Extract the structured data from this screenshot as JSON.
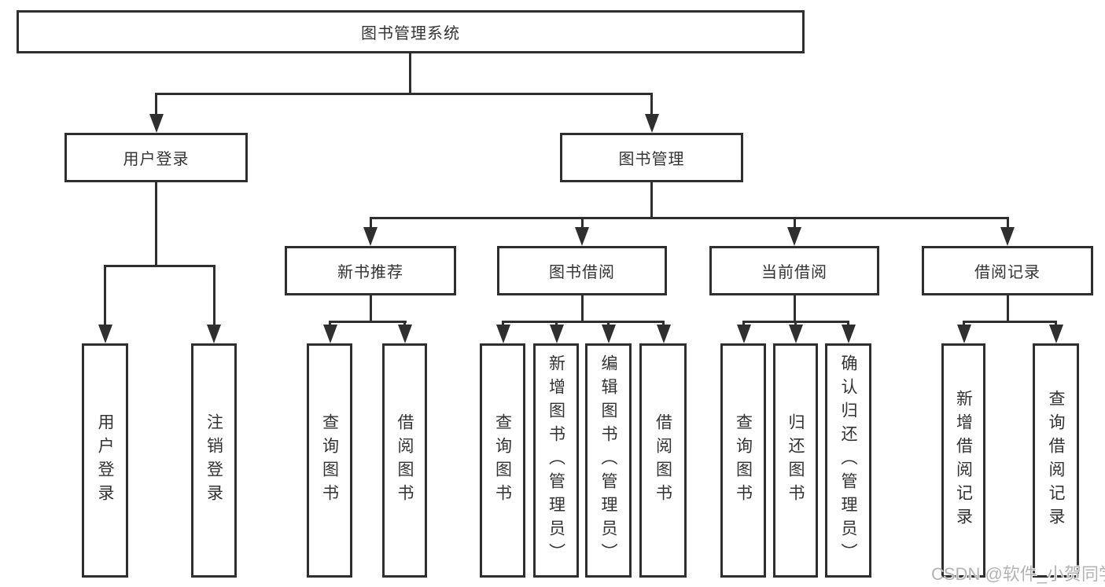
{
  "diagram_title": "图书管理系统",
  "nodes": {
    "root": {
      "label": "图书管理系统"
    },
    "user_login": {
      "label": "用户登录"
    },
    "book_mgmt": {
      "label": "图书管理"
    },
    "new_book_rec": {
      "label": "新书推荐"
    },
    "book_borrow": {
      "label": "图书借阅"
    },
    "current_borrow": {
      "label": "当前借阅"
    },
    "borrow_record": {
      "label": "借阅记录"
    },
    "login": {
      "label": "用户登录"
    },
    "logout": {
      "label": "注销登录"
    },
    "rec_query_book": {
      "label": "查询图书"
    },
    "rec_borrow_book": {
      "label": "借阅图书"
    },
    "bb_query_book": {
      "label": "查询图书"
    },
    "bb_add_book": {
      "label": "新增图书（管理员）"
    },
    "bb_edit_book": {
      "label": "编辑图书（管理员）"
    },
    "bb_borrow_book": {
      "label": "借阅图书"
    },
    "cb_query_book": {
      "label": "查询图书"
    },
    "cb_return_book": {
      "label": "归还图书"
    },
    "cb_confirm_return": {
      "label": "确认归还（管理员）"
    },
    "br_add_record": {
      "label": "新增借阅记录"
    },
    "br_query_record": {
      "label": "查询借阅记录"
    }
  },
  "hierarchy": {
    "图书管理系统": {
      "用户登录": [
        "用户登录",
        "注销登录"
      ],
      "图书管理": {
        "新书推荐": [
          "查询图书",
          "借阅图书"
        ],
        "图书借阅": [
          "查询图书",
          "新增图书（管理员）",
          "编辑图书（管理员）",
          "借阅图书"
        ],
        "当前借阅": [
          "查询图书",
          "归还图书",
          "确认归还（管理员）"
        ],
        "借阅记录": [
          "新增借阅记录",
          "查询借阅记录"
        ]
      }
    }
  },
  "watermark": {
    "text": "CSDN @软件_小贺同学"
  },
  "colors": {
    "line": "#2f2f2f",
    "text": "#333333",
    "background": "#ffffff",
    "watermark": "#b3b3b3"
  }
}
